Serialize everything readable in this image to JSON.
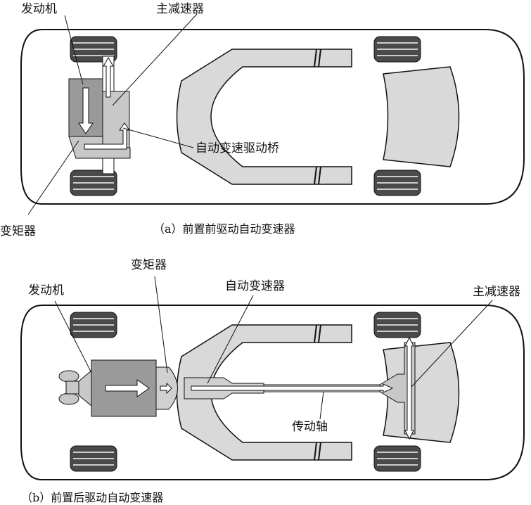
{
  "diagram_a": {
    "labels": {
      "engine": "发动机",
      "final_drive": "主减速器",
      "transaxle": "自动变速驱动桥",
      "torque_converter": "变矩器"
    },
    "caption": "（a）前置前驱动自动变速器"
  },
  "diagram_b": {
    "labels": {
      "torque_converter": "变矩器",
      "engine": "发动机",
      "transmission": "自动变速器",
      "final_drive": "主减速器",
      "drive_shaft": "传动轴"
    },
    "caption": "（b）前置后驱动自动变速器"
  },
  "colors": {
    "line": "#111111",
    "seat": "#d9d9d9",
    "engine": "#9a9a9a",
    "gear": "#c8c8c8",
    "wheel": "#555555"
  }
}
